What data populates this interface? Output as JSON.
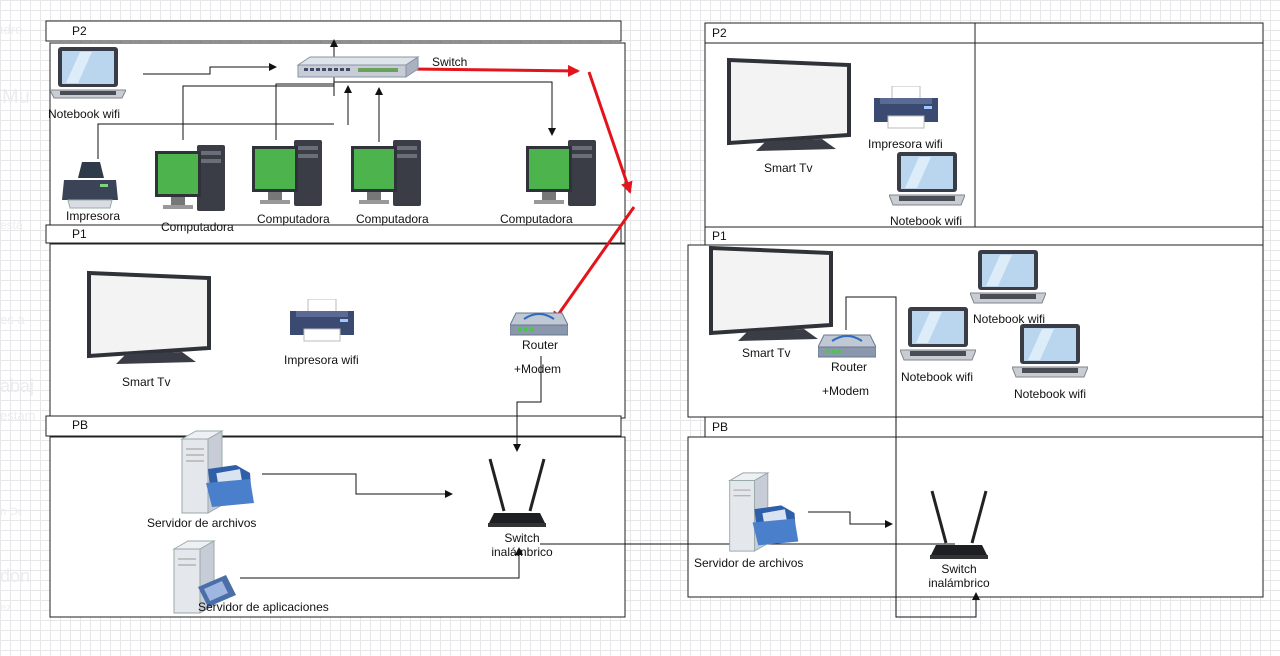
{
  "background_hints": [
    "ıdro",
    "Mu",
    "está",
    "es a",
    "abaj",
    "estam",
    "n Or",
    "don",
    "ez"
  ],
  "left": {
    "p2": {
      "title": "P2",
      "switch": "Switch",
      "notebook": "Notebook wifi",
      "impresora": "Impresora",
      "computers": [
        "Computadora",
        "Computadora",
        "Computadora",
        "Computadora"
      ]
    },
    "p1": {
      "title": "P1",
      "smart_tv": "Smart Tv",
      "printer": "Impresora wifi",
      "router": "Router",
      "modem": "+Modem"
    },
    "pb": {
      "title": "PB",
      "file_server": "Servidor de archivos",
      "app_server": "Servidor de aplicaciones",
      "wifi_switch_1": "Switch",
      "wifi_switch_2": "inalámbrico"
    }
  },
  "right": {
    "p2": {
      "title": "P2",
      "smart_tv": "Smart Tv",
      "printer": "Impresora wifi",
      "notebook": "Notebook wifi"
    },
    "p1": {
      "title": "P1",
      "smart_tv": "Smart Tv",
      "router": "Router",
      "modem": "+Modem",
      "notebooks": [
        "Notebook wifi",
        "Notebook wifi",
        "Notebook wifi"
      ]
    },
    "pb": {
      "title": "PB",
      "file_server": "Servidor de archivos",
      "wifi_switch_1": "Switch",
      "wifi_switch_2": "inalámbrico"
    }
  },
  "colors": {
    "connector": "#111111",
    "annotation_arrow": "#e3141b",
    "screen_green": "#4db34d"
  }
}
